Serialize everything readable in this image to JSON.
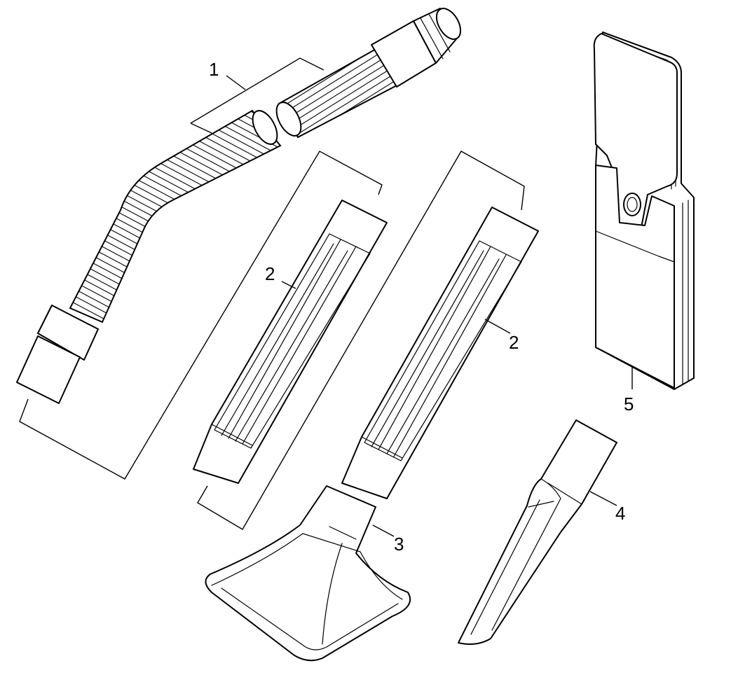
{
  "callouts": {
    "hose": "1",
    "nozzle_left": "2",
    "nozzle_right": "2",
    "hand_nozzle": "3",
    "crevice_nozzle": "4",
    "filter_bag": "5"
  }
}
